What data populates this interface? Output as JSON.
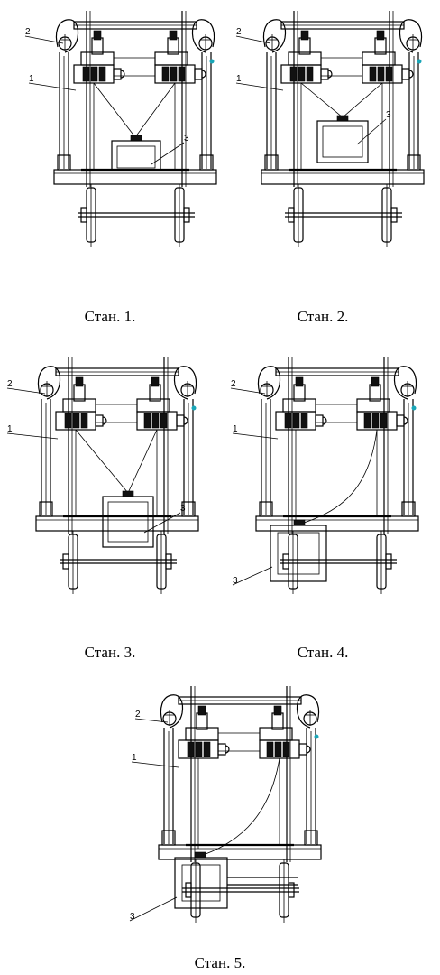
{
  "labels": {
    "hoist": "1",
    "frame": "2",
    "container": "3"
  },
  "captions": [
    "Стан. 1.",
    "Стан. 2.",
    "Стан. 3.",
    "Стан. 4.",
    "Стан. 5."
  ],
  "colors": {
    "line": "#000000",
    "accent": "#1aa6b7",
    "background": "#ffffff"
  }
}
